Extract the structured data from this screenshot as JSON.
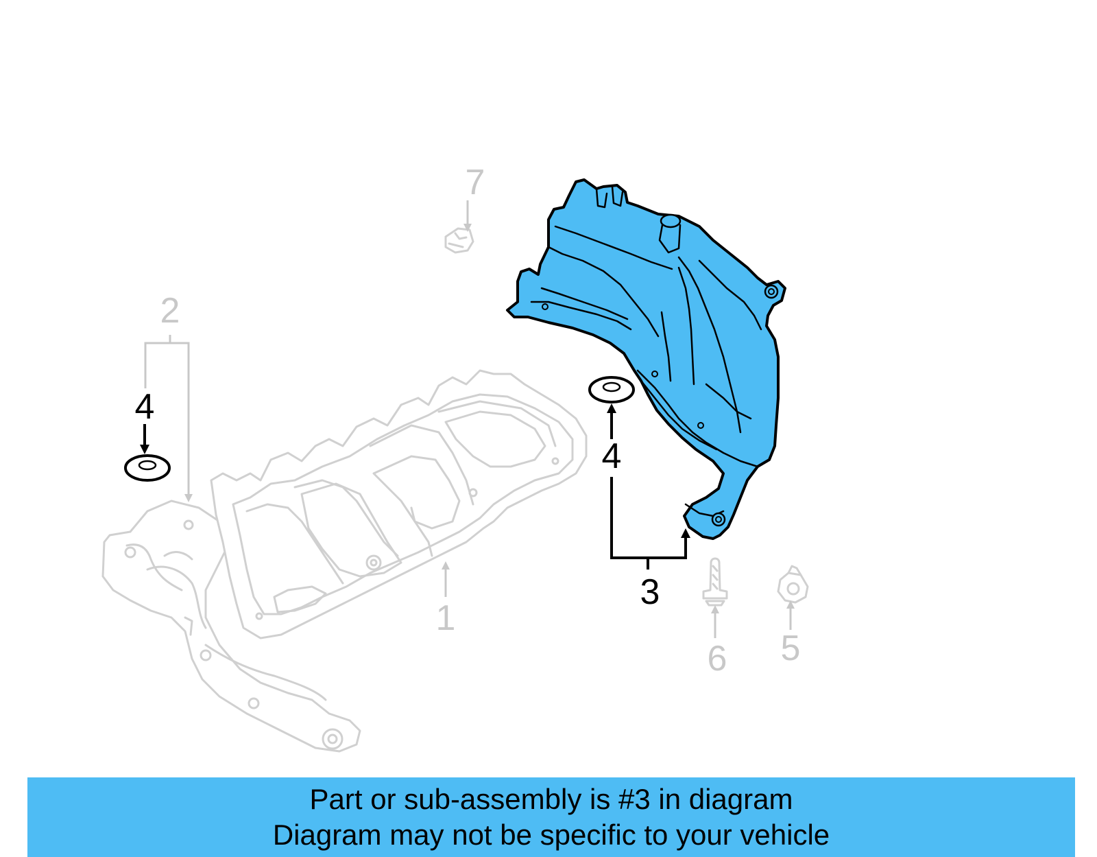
{
  "callouts": {
    "c1": "1",
    "c2": "2",
    "c3": "3",
    "c4_left": "4",
    "c4_right": "4",
    "c5": "5",
    "c6": "6",
    "c7": "7"
  },
  "highlight_part": "3",
  "colors": {
    "highlight": "#4ebcf4",
    "ghost": "#d0d0d0",
    "outline": "#000000"
  },
  "banner": {
    "line1": "Part or sub-assembly is #3 in diagram",
    "line2": "Diagram may not be specific to your vehicle"
  }
}
